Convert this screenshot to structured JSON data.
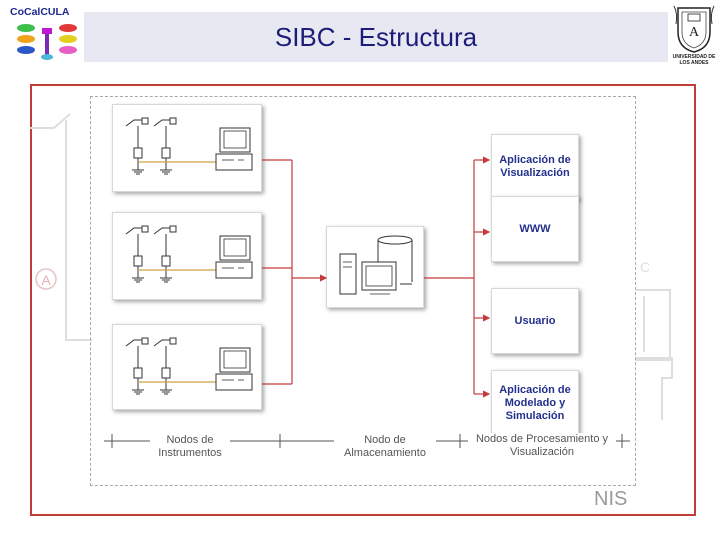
{
  "slide": {
    "title": "SIBC - Estructura",
    "logo_left_text": "CoCalCULA",
    "logo_right_text": "UNIVERSIDAD DE LOS ANDES",
    "footer_text": "NIS"
  },
  "diagram": {
    "outputs": [
      "Aplicación de Visualización",
      "WWW",
      "Usuario",
      "Aplicación de Modelado y Simulación"
    ],
    "sections": [
      "Nodos de Instrumentos",
      "Nodo de Almacenamiento",
      "Nodos de Procesamiento y Visualización"
    ]
  },
  "colors": {
    "frame": "#c43b3b",
    "title_text": "#1c1c7a",
    "output_text": "#23308c",
    "connector": "#c43b3b",
    "field_bus": "#d4a04a"
  }
}
